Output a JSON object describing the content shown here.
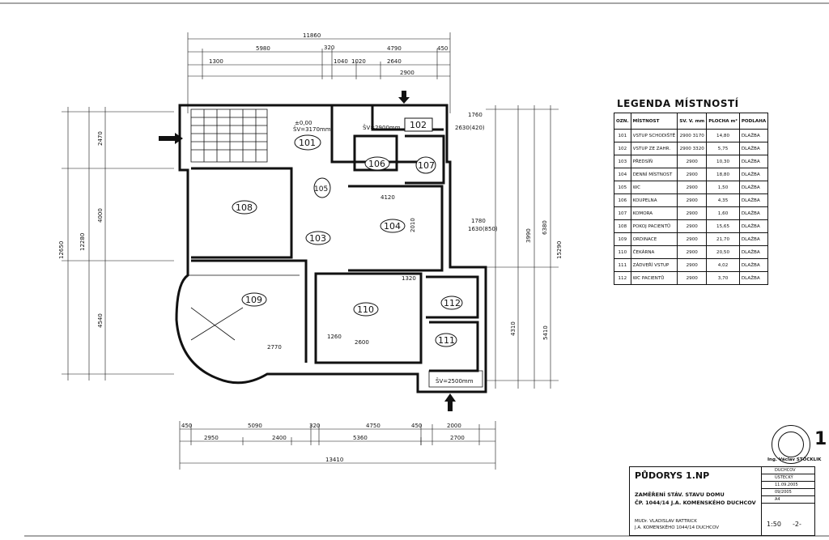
{
  "drawing": {
    "top_dims": [
      "11860",
      "320",
      "5980",
      "4790",
      "1300",
      "1040",
      "1020",
      "2640",
      "2900",
      "450"
    ],
    "bottom_dims": [
      "450",
      "5090",
      "320",
      "4750",
      "450",
      "2000",
      "2950",
      "2400",
      "5360",
      "2700",
      "13410"
    ],
    "left_dims": [
      "12650",
      "12280",
      "2470",
      "4000",
      "4540"
    ],
    "right_dims": [
      "1760",
      "2630(420)",
      "1780",
      "1630(850)",
      "3990",
      "6380",
      "15290",
      "4310",
      "5410"
    ],
    "misc_labels": [
      "±0,00",
      "ŠV=3170mm",
      "4120",
      "2010",
      "1320",
      "1260",
      "2600",
      "2770",
      "ŠV=2500mm",
      "ŠV=2900mm"
    ],
    "rooms": [
      "101",
      "102",
      "103",
      "104",
      "105",
      "106",
      "107",
      "108",
      "109",
      "110",
      "111",
      "112"
    ]
  },
  "legend": {
    "title": "LEGENDA MÍSTNOSTÍ",
    "headers": [
      "OZN.",
      "MÍSTNOST",
      "SV. V. mm",
      "PLOCHA m²",
      "PODLAHA"
    ],
    "rows": [
      {
        "id": "101",
        "name": "VSTUP SCHODIŠTĚ",
        "height": "2900 3170",
        "area": "14,80",
        "floor": "DLAŽBA"
      },
      {
        "id": "102",
        "name": "VSTUP ZE ZAHR.",
        "height": "2900 3320",
        "area": "5,75",
        "floor": "DLAŽBA"
      },
      {
        "id": "103",
        "name": "PŘEDSÍŇ",
        "height": "2900",
        "area": "10,30",
        "floor": "DLAŽBA"
      },
      {
        "id": "104",
        "name": "DENNÍ MÍSTNOST",
        "height": "2900",
        "area": "18,80",
        "floor": "DLAŽBA"
      },
      {
        "id": "105",
        "name": "WC",
        "height": "2900",
        "area": "1,50",
        "floor": "DLAŽBA"
      },
      {
        "id": "106",
        "name": "KOUPELNA",
        "height": "2900",
        "area": "4,35",
        "floor": "DLAŽBA"
      },
      {
        "id": "107",
        "name": "KOMORA",
        "height": "2900",
        "area": "1,60",
        "floor": "DLAŽBA"
      },
      {
        "id": "108",
        "name": "POKOJ PACIENTŮ",
        "height": "2900",
        "area": "15,65",
        "floor": "DLAŽBA"
      },
      {
        "id": "109",
        "name": "ORDINACE",
        "height": "2900",
        "area": "21,70",
        "floor": "DLAŽBA"
      },
      {
        "id": "110",
        "name": "ČEKÁRNA",
        "height": "2900",
        "area": "20,50",
        "floor": "DLAŽBA"
      },
      {
        "id": "111",
        "name": "ZÁDVEŘÍ VSTUP",
        "height": "2900",
        "area": "4,02",
        "floor": "DLAŽBA"
      },
      {
        "id": "112",
        "name": "WC PACIENTŮ",
        "height": "2900",
        "area": "3,70",
        "floor": "DLAŽBA"
      }
    ]
  },
  "title_block": {
    "title": "PŮDORYS 1.NP",
    "desc1": "ZAMĚŘENÍ STÁV. STAVU DOMU",
    "desc2": "ČP. 1044/14 J.A. KOMENSKÉHO DUCHCOV",
    "investor1": "MUDr. VLADISLAV RATTRICK",
    "investor2": "J.A. KOMENSKÉHO 1044/14 DUCHCOV",
    "author": "Ing. Václav STÖCKLIK",
    "cells": [
      "DUCHCOV",
      "ÚSTECKÝ",
      "11.09.2005",
      "09/2005",
      "A4"
    ],
    "scale": "1:50",
    "sheet": "-2-"
  },
  "sheet_number": "1"
}
